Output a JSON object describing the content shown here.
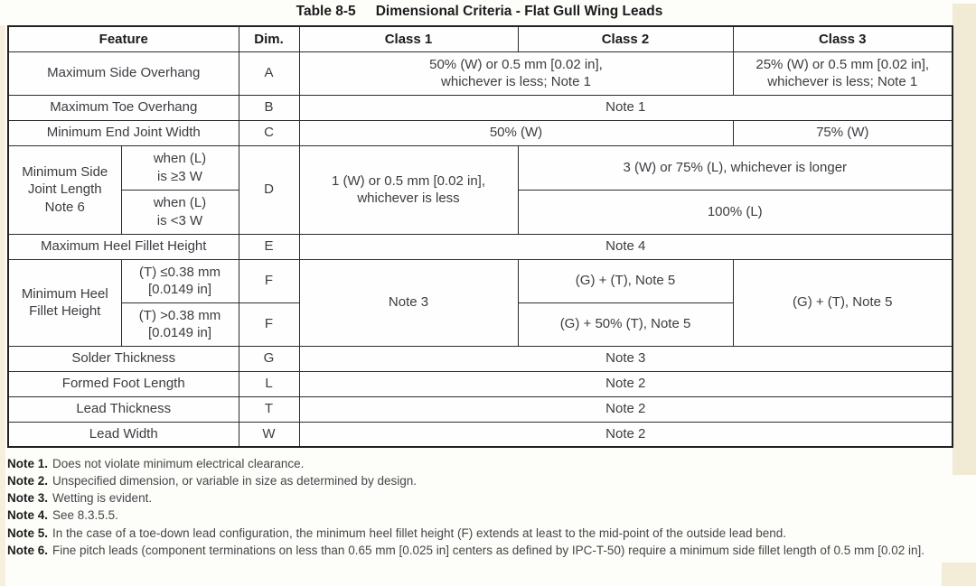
{
  "title": {
    "table_number": "Table 8-5",
    "caption": "Dimensional Criteria - Flat Gull Wing Leads"
  },
  "table": {
    "headers": {
      "feature": "Feature",
      "dim": "Dim.",
      "class1": "Class 1",
      "class2": "Class 2",
      "class3": "Class 3"
    },
    "rows": {
      "side_overhang": {
        "feature": "Maximum Side Overhang",
        "dim": "A",
        "class12": "50% (W) or 0.5 mm [0.02 in],\nwhichever is less; Note 1",
        "class3": "25% (W) or 0.5 mm [0.02 in],\nwhichever is less; Note 1"
      },
      "toe_overhang": {
        "feature": "Maximum Toe Overhang",
        "dim": "B",
        "all_classes": "Note 1"
      },
      "end_joint_width": {
        "feature": "Minimum End Joint Width",
        "dim": "C",
        "class12": "50% (W)",
        "class3": "75% (W)"
      },
      "side_joint_length": {
        "feature": "Minimum Side\nJoint Length\nNote 6",
        "cond_ge": "when (L)\nis ≥3 W",
        "cond_lt": "when (L)\nis <3 W",
        "dim": "D",
        "class1": "1 (W) or 0.5 mm [0.02 in],\nwhichever is less",
        "class23_ge": "3 (W) or 75% (L), whichever is longer",
        "class23_lt": "100% (L)"
      },
      "max_heel_fillet": {
        "feature": "Maximum Heel Fillet Height",
        "dim": "E",
        "all_classes": "Note 4"
      },
      "min_heel_fillet": {
        "feature": "Minimum Heel\nFillet Height",
        "cond_le": "(T) ≤0.38 mm\n[0.0149 in]",
        "cond_gt": "(T) >0.38 mm\n[0.0149 in]",
        "dim_le": "F",
        "dim_gt": "F",
        "class1": "Note 3",
        "class2_le": "(G) + (T), Note 5",
        "class2_gt": "(G) + 50% (T), Note 5",
        "class3": "(G) + (T), Note 5"
      },
      "solder_thickness": {
        "feature": "Solder Thickness",
        "dim": "G",
        "all_classes": "Note 3"
      },
      "formed_foot_length": {
        "feature": "Formed Foot Length",
        "dim": "L",
        "all_classes": "Note 2"
      },
      "lead_thickness": {
        "feature": "Lead Thickness",
        "dim": "T",
        "all_classes": "Note 2"
      },
      "lead_width": {
        "feature": "Lead Width",
        "dim": "W",
        "all_classes": "Note 2"
      }
    }
  },
  "notes": [
    {
      "label": "Note 1.",
      "text": "Does not violate minimum electrical clearance."
    },
    {
      "label": "Note 2.",
      "text": "Unspecified dimension, or variable in size as determined by design."
    },
    {
      "label": "Note 3.",
      "text": "Wetting is evident."
    },
    {
      "label": "Note 4.",
      "text": "See 8.3.5.5."
    },
    {
      "label": "Note 5.",
      "text": "In the case of a toe-down lead configuration, the minimum heel fillet height (F) extends at least to the mid-point of the outside lead bend."
    },
    {
      "label": "Note 6.",
      "text": "Fine pitch leads (component terminations on less than 0.65 mm [0.025 in] centers as defined by IPC-T-50) require a minimum side fillet length of 0.5 mm [0.02 in]."
    }
  ]
}
